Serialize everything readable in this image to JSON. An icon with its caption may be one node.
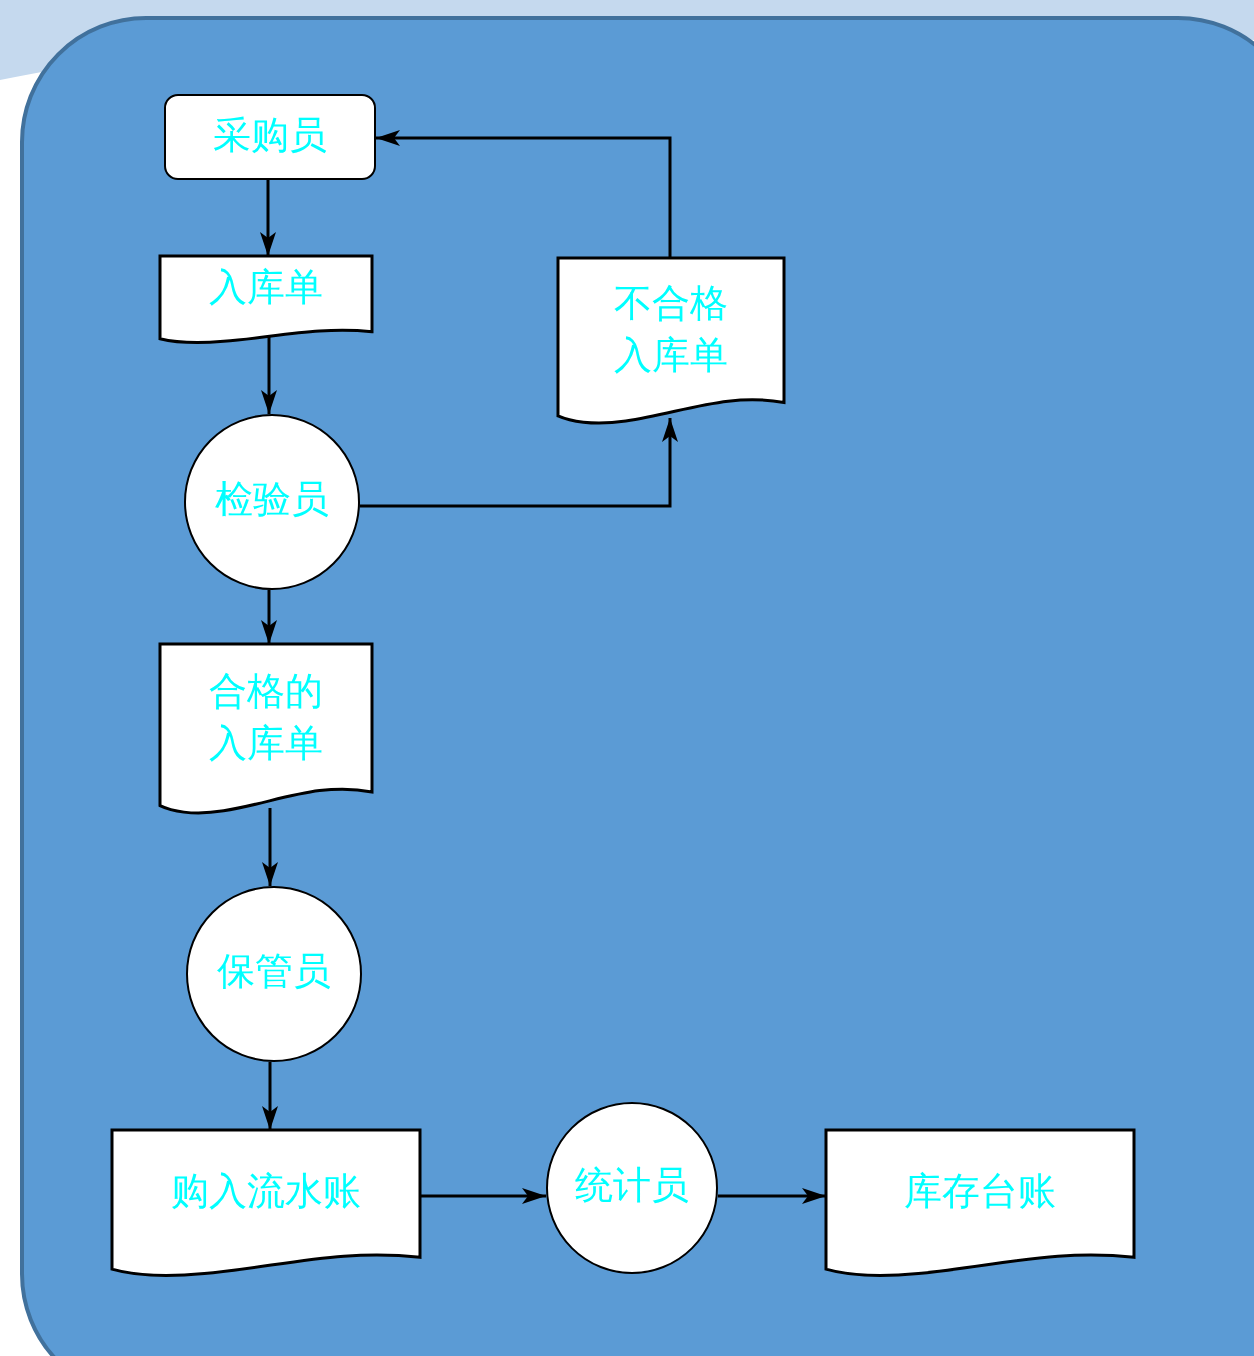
{
  "diagram": {
    "nodes": [
      {
        "text": [
          "采购员"
        ]
      },
      {
        "text": [
          "入库单"
        ]
      },
      {
        "text": [
          "不合格入库单"
        ]
      },
      {
        "text": [
          "检验员"
        ]
      },
      {
        "text": [
          "合格的入库单"
        ]
      },
      {
        "text": [
          "保管员"
        ]
      },
      {
        "text": [
          "购入流水账"
        ]
      },
      {
        "text": [
          "统计员"
        ]
      },
      {
        "text": [
          "库存台账"
        ]
      }
    ],
    "edges": [
      {
        "from": 0,
        "to": 1,
        "arrow": "to"
      },
      {
        "from": 1,
        "to": 3,
        "arrow": "to"
      },
      {
        "from": 3,
        "to": 2,
        "arrow": "to"
      },
      {
        "from": 2,
        "to": 0,
        "arrow": "to"
      },
      {
        "from": 3,
        "to": 4,
        "arrow": "to"
      },
      {
        "from": 4,
        "to": 5,
        "arrow": "to"
      },
      {
        "from": 5,
        "to": 6,
        "arrow": "to"
      },
      {
        "from": 6,
        "to": 7,
        "arrow": "to"
      },
      {
        "from": 7,
        "to": 8,
        "arrow": "to"
      }
    ]
  }
}
